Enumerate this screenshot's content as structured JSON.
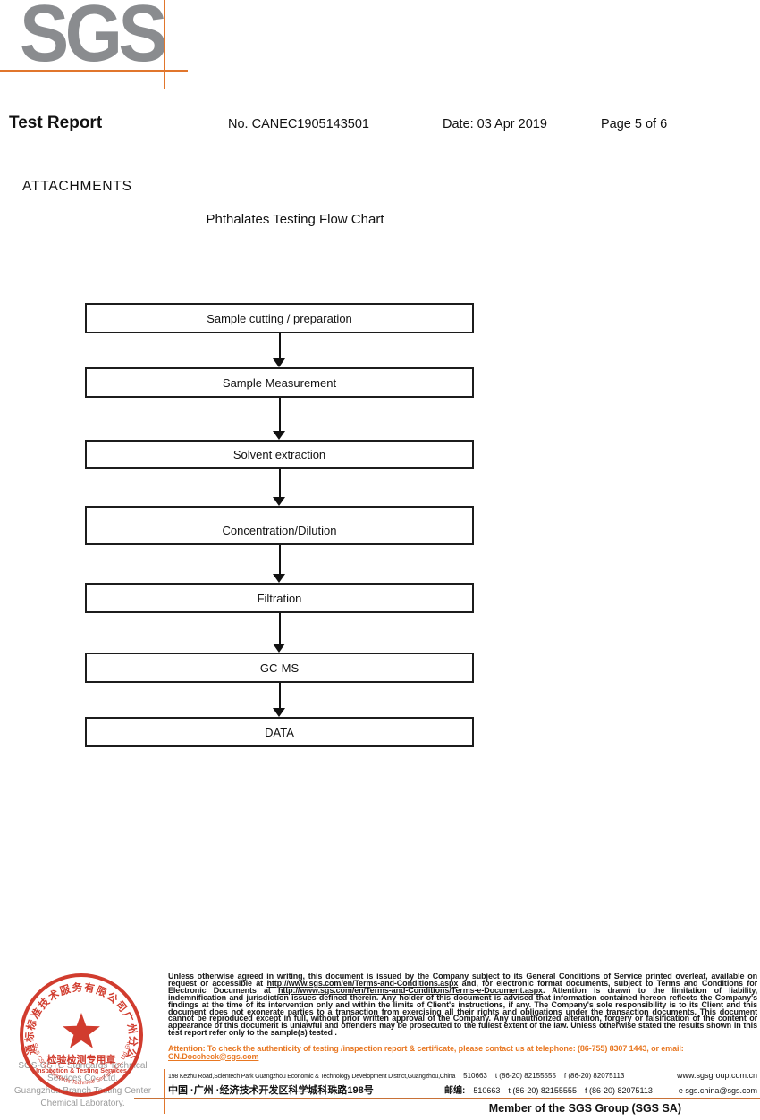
{
  "logo": {
    "text": "SGS"
  },
  "header": {
    "title": "Test Report",
    "report_no": "No. CANEC1905143501",
    "date": "Date: 03 Apr 2019",
    "page": "Page 5 of 6"
  },
  "attachments_heading": "ATTACHMENTS",
  "chart_title": "Phthalates Testing Flow Chart",
  "flowchart": {
    "steps": [
      "Sample cutting / preparation",
      "Sample Measurement",
      "Solvent extraction",
      "Concentration/Dilution",
      "Filtration",
      "GC-MS",
      "DATA"
    ]
  },
  "footer": {
    "stamp": {
      "top_arc": "通标标准技术服务有限公司广州分公司",
      "center_cn": "检验检测专用章",
      "center_en": "Inspection & Testing Services",
      "bottom_arc": "SGS-CSTC Standards Technical Services Co., Ltd. Guangzhou Branch"
    },
    "company_line1": "SGS-CSTC Standards Technical Services Co., Ltd.",
    "company_line2": "Guangzhou Branch Testing Center Chemical Laboratory.",
    "legal": {
      "part1": "Unless otherwise agreed in writing, this document is issued by the Company subject to its General Conditions of Service printed overleaf, available on request or accessible at ",
      "url1": "http://www.sgs.com/en/Terms-and-Conditions.aspx",
      "part2": " and, for electronic format documents, subject to Terms and Conditions for Electronic Documents at ",
      "url2": "http://www.sgs.com/en/Terms-and-Conditions/Terms-e-Document.aspx",
      "part3": ". Attention is drawn to the limitation of liability, indemnification and jurisdiction issues defined therein. Any holder of this document is advised that information contained hereon reflects the Company's findings at the time of its intervention only and within the limits of Client's instructions, if any. The Company's sole responsibility is to its Client and this document does not exonerate parties to a transaction from exercising all their rights and obligations under the transaction documents. This document cannot be reproduced except in full, without prior written approval of the Company. Any unauthorized alteration, forgery or falsification of the content or appearance of this document is unlawful and offenders may be prosecuted to the fullest extent of the law. Unless otherwise stated the results shown in this test report refer only to the sample(s) tested ."
    },
    "attention": {
      "text": "Attention: To check the authenticity of testing /inspection report & certificate, please contact us at telephone: (86-755) 8307 1443, or email: ",
      "email": "CN.Doccheck@sgs.com"
    },
    "address_en": {
      "street": "198 Kezhu Road,Scientech Park Guangzhou Economic & Technology Development District,Guangzhou,China",
      "postal": "510663",
      "tel": "t (86-20) 82155555",
      "fax": "f (86-20) 82075113",
      "web": "www.sgsgroup.com.cn"
    },
    "address_cn": {
      "street": "中国 ·广州 ·经济技术开发区科学城科珠路198号",
      "postal_label": "邮编:",
      "postal": "510663",
      "tel": "t (86-20) 82155555",
      "fax": "f (86-20) 82075113",
      "web": "e  sgs.china@sgs.com"
    },
    "member": "Member of the SGS Group (SGS SA)"
  },
  "colors": {
    "accent_orange": "#e87722",
    "logo_gray": "#8a8c8f",
    "stamp_red": "#ce2c1d"
  }
}
